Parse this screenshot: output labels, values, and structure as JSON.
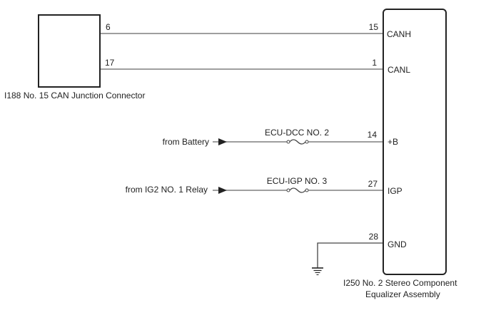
{
  "junction_connector": {
    "label": "I188  No. 15 CAN Junction Connector",
    "pins": {
      "canh": "6",
      "canl": "17"
    }
  },
  "ecu": {
    "label_line1": "I250  No. 2 Stereo Component",
    "label_line2": "Equalizer Assembly",
    "terminals": [
      {
        "pin": "15",
        "name": "CANH"
      },
      {
        "pin": "1",
        "name": "CANL"
      },
      {
        "pin": "14",
        "name": "+B"
      },
      {
        "pin": "27",
        "name": "IGP"
      },
      {
        "pin": "28",
        "name": "GND"
      }
    ]
  },
  "sources": {
    "battery": "from Battery",
    "relay": "from IG2 NO. 1 Relay"
  },
  "fuses": {
    "dcc": "ECU-DCC NO. 2",
    "igp": "ECU-IGP NO. 3"
  }
}
